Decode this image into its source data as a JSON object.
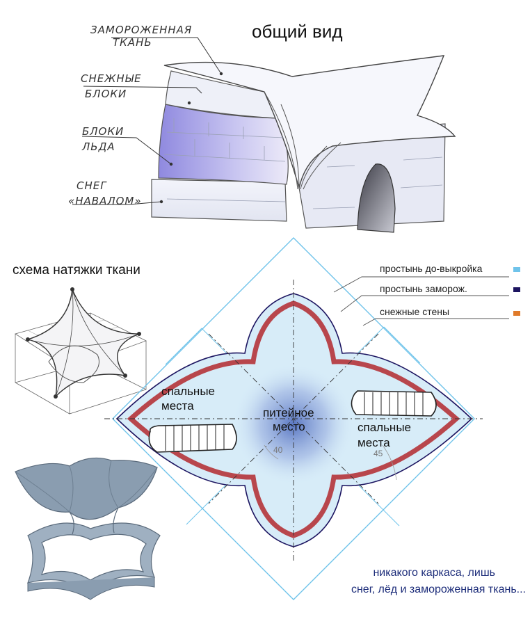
{
  "header": {
    "title": "общий вид",
    "scheme_title": "схема натяжки ткани"
  },
  "sketch_labels": {
    "frozen_fabric": [
      "Замороженная",
      "ткань"
    ],
    "snow_blocks": [
      "Снежные",
      "блоки"
    ],
    "ice_blocks": [
      "Блоки",
      "льда"
    ],
    "loose_snow": [
      "Снег",
      "«навалом»"
    ]
  },
  "plan": {
    "sleeping_left": [
      "спальные",
      "места"
    ],
    "drinking": [
      "питейное",
      "место"
    ],
    "sleeping_right": [
      "спальные",
      "места"
    ],
    "dim_40": "40",
    "dim_45": "45"
  },
  "legend": [
    {
      "label": "простынь до-выкройка",
      "color": "#6fc3ea"
    },
    {
      "label": "простынь заморож.",
      "color": "#1c1460"
    },
    {
      "label": "снежные стены",
      "color": "#e07a2a"
    }
  ],
  "caption": [
    "никакого каркаса, лишь",
    "снег, лёд и замороженная ткань..."
  ],
  "colors": {
    "fabric_blue": "#6fc3ea",
    "frozen_navy": "#1c1460",
    "snow_wall": "#b8464c",
    "plan_fill": "#d7ecf8",
    "ice_violet": "#9a95e0",
    "pattern_gray": "#8a9db0"
  }
}
